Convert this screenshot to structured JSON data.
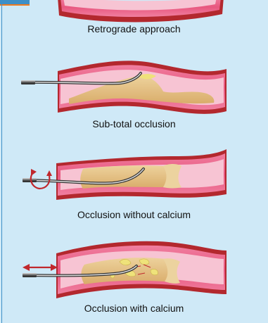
{
  "captions": {
    "retrograde": "Retrograde approach",
    "subtotal": "Sub-total occlusion",
    "without_calcium": "Occlusion without calcium",
    "with_calcium": "Occlusion with calcium"
  },
  "colors": {
    "background": "#cfe9f7",
    "vessel_outer": "#b3282e",
    "vessel_wall": "#e8577f",
    "lumen": "#f7c4d3",
    "plaque": "#e6c386",
    "calcium": "#efe27a",
    "guidewire": "#444444",
    "arrow": "#c0282d",
    "accent_blue": "#3d8fc7",
    "accent_orange": "#f07b1e"
  }
}
